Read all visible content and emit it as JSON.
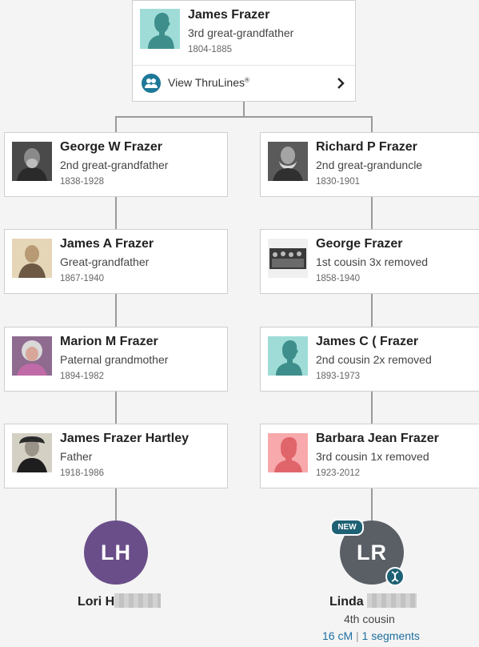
{
  "ancestor": {
    "name": "James Frazer",
    "relationship": "3rd great-grandfather",
    "years": "1804-1885",
    "photo": "silhouette-male-teal",
    "thrulines": {
      "label": "View ThruLines",
      "mark": "®",
      "icon": "thrulines-icon"
    }
  },
  "left_line": [
    {
      "name": "George W Frazer",
      "relationship": "2nd great-grandfather",
      "years": "1838-1928",
      "photo": "photo-bw-portrait"
    },
    {
      "name": "James A Frazer",
      "relationship": "Great-grandfather",
      "years": "1867-1940",
      "photo": "photo-sepia-portrait"
    },
    {
      "name": "Marion M Frazer",
      "relationship": "Paternal grandmother",
      "years": "1894-1982",
      "photo": "photo-color-portrait"
    },
    {
      "name": "James Frazer Hartley",
      "relationship": "Father",
      "years": "1918-1986",
      "photo": "photo-bw-portrait"
    }
  ],
  "right_line": [
    {
      "name": "Richard P Frazer",
      "relationship": "2nd great-granduncle",
      "years": "1830-1901",
      "photo": "photo-bw-portrait"
    },
    {
      "name": "George Frazer",
      "relationship": "1st cousin 3x removed",
      "years": "1858-1940",
      "photo": "photo-bw-group"
    },
    {
      "name": "James C ( Frazer",
      "relationship": "2nd cousin 2x removed",
      "years": "1893-1973",
      "photo": "silhouette-male-teal"
    },
    {
      "name": "Barbara Jean Frazer",
      "relationship": "3rd cousin 1x removed",
      "years": "1923-2012",
      "photo": "silhouette-female-pink"
    }
  ],
  "self": {
    "initials": "LH",
    "name": "Lori H",
    "color": "#6a4e8a"
  },
  "match": {
    "initials": "LR",
    "name": "Linda",
    "badge": "NEW",
    "color": "#5a5f66",
    "relationship": "4th cousin",
    "cm": "16 cM",
    "separator": "|",
    "segments": "1 segments",
    "dna_icon": "dna-icon"
  },
  "colors": {
    "background": "#f4f4f4",
    "card": "#ffffff",
    "line": "#9a9a9a",
    "accent": "#1d7898",
    "link": "#1e6fa0"
  }
}
